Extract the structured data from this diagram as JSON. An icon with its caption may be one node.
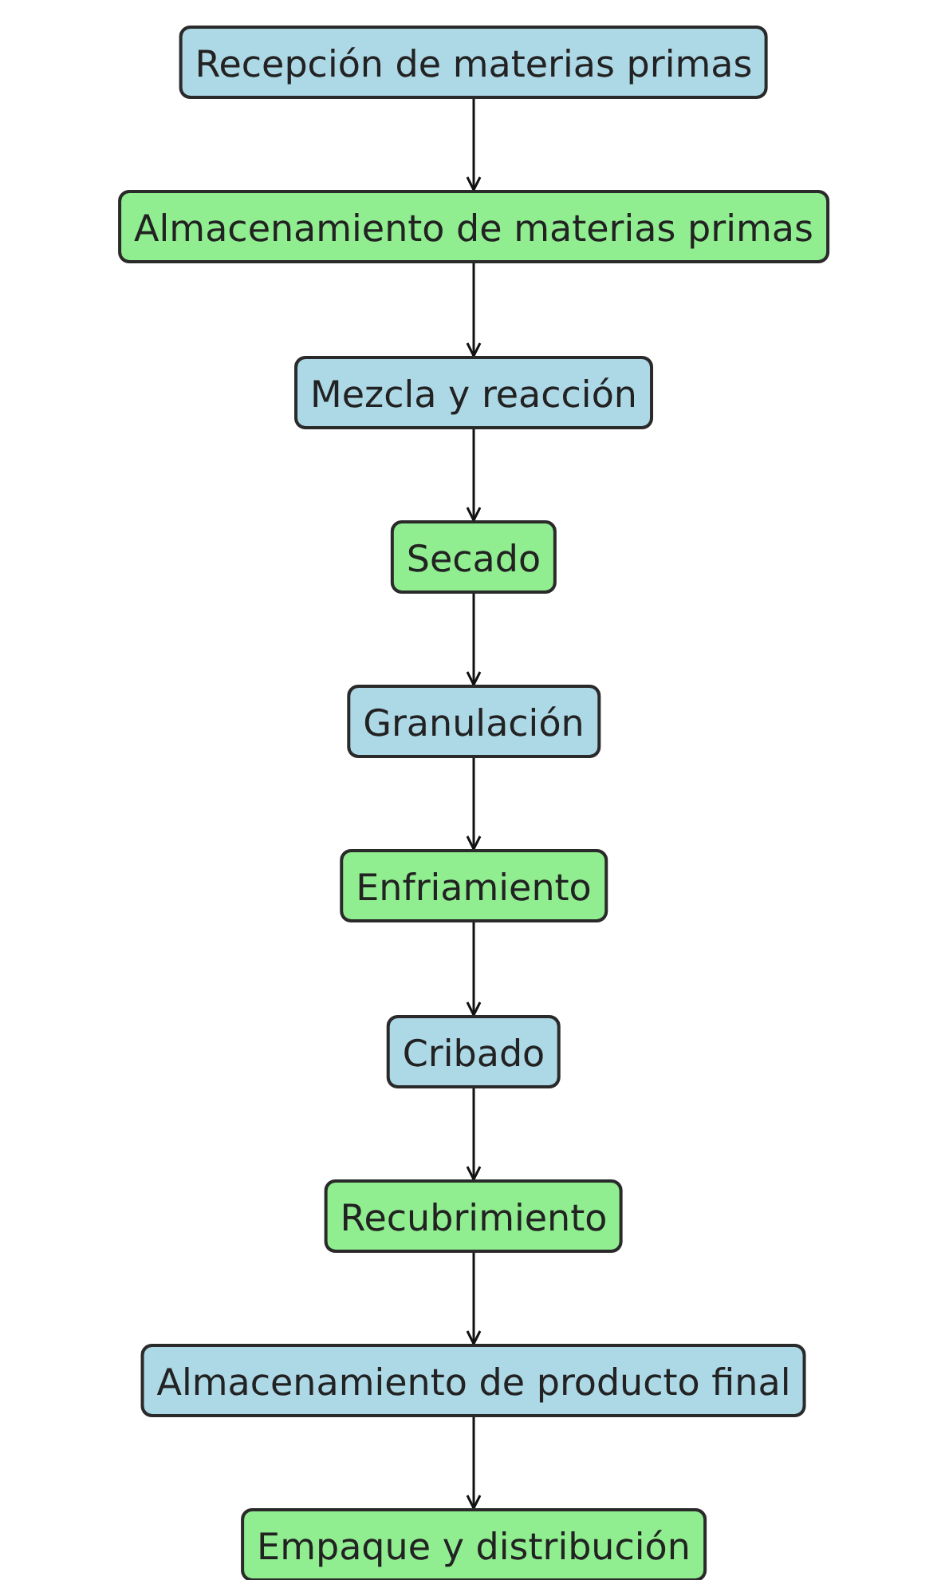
{
  "diagram": {
    "nodes": [
      {
        "text": [
          "Recepción de materias primas"
        ]
      },
      {
        "text": [
          "Almacenamiento de materias primas"
        ]
      },
      {
        "text": [
          "Mezcla y reacción"
        ]
      },
      {
        "text": [
          "Secado"
        ]
      },
      {
        "text": [
          "Granulación"
        ]
      },
      {
        "text": [
          "Enfriamiento"
        ]
      },
      {
        "text": [
          "Cribado"
        ]
      },
      {
        "text": [
          "Recubrimiento"
        ]
      },
      {
        "text": [
          "Almacenamiento de producto final"
        ]
      },
      {
        "text": [
          "Empaque y distribución"
        ]
      }
    ],
    "edges": [
      {
        "from": 0,
        "to": 1,
        "arrow": "to"
      },
      {
        "from": 1,
        "to": 2,
        "arrow": "to"
      },
      {
        "from": 2,
        "to": 3,
        "arrow": "to"
      },
      {
        "from": 3,
        "to": 4,
        "arrow": "to"
      },
      {
        "from": 4,
        "to": 5,
        "arrow": "to"
      },
      {
        "from": 5,
        "to": 6,
        "arrow": "to"
      },
      {
        "from": 6,
        "to": 7,
        "arrow": "to"
      },
      {
        "from": 7,
        "to": 8,
        "arrow": "to"
      },
      {
        "from": 8,
        "to": 9,
        "arrow": "to"
      }
    ]
  }
}
